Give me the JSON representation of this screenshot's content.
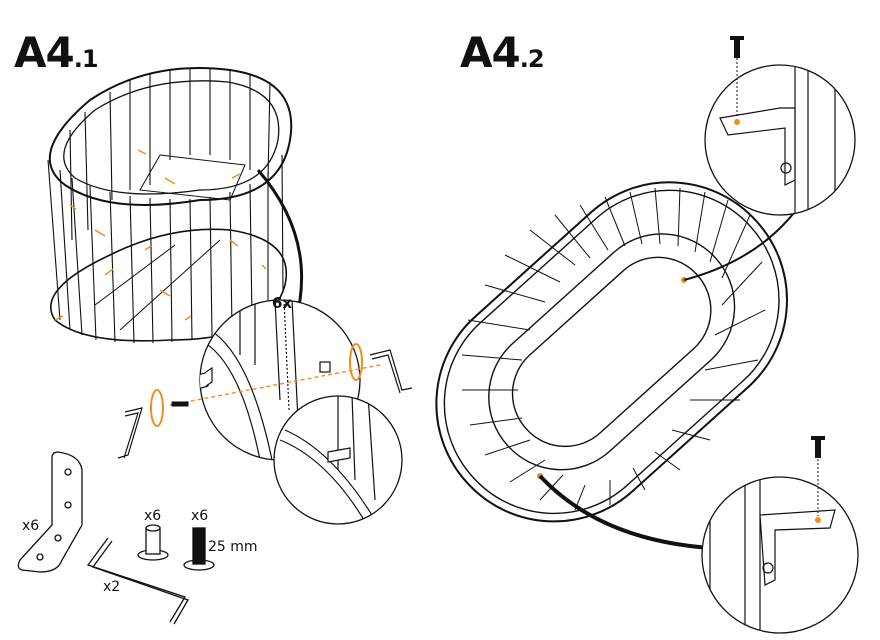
{
  "steps": [
    {
      "main": "A4",
      "sub": ".1"
    },
    {
      "main": "A4",
      "sub": ".2"
    }
  ],
  "callouts": {
    "repeat": "6x"
  },
  "parts": {
    "bracket_qty": "x6",
    "nut_qty": "x6",
    "bolt_qty": "x6",
    "bolt_length": "25 mm",
    "key_qty": "x2"
  },
  "colors": {
    "accent": "#f28c1e",
    "line": "#111111"
  }
}
